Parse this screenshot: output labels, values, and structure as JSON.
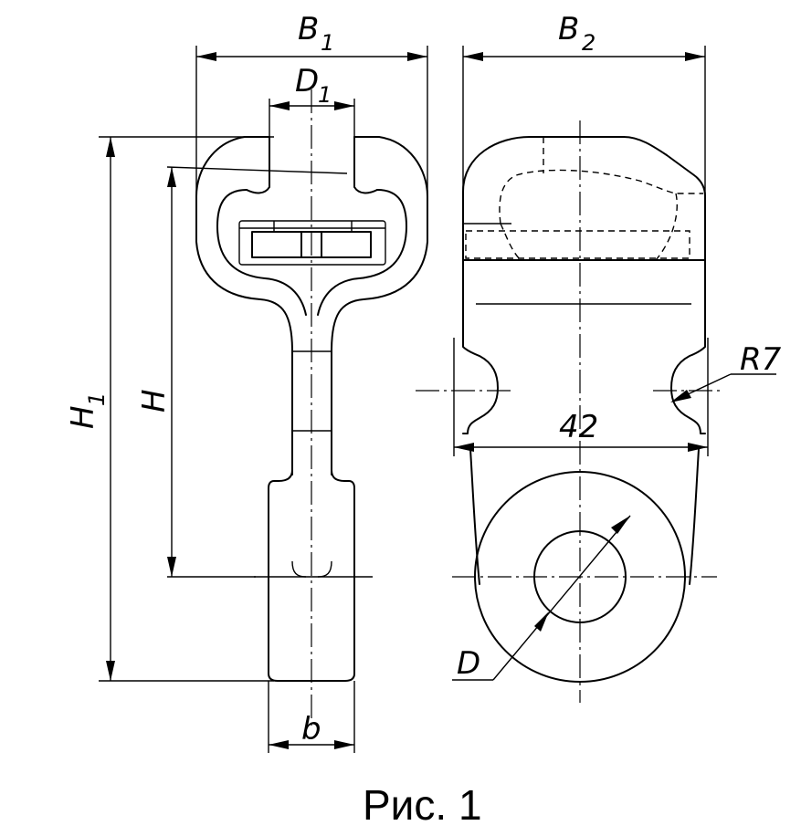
{
  "dimensions": {
    "b1": {
      "letter": "B",
      "sub": "1"
    },
    "b2": {
      "letter": "B",
      "sub": "2"
    },
    "d1": {
      "letter": "D",
      "sub": "1"
    },
    "h1": {
      "letter": "H",
      "sub": "1"
    },
    "h": {
      "letter": "H"
    },
    "b": {
      "letter": "b"
    },
    "d": {
      "letter": "D"
    },
    "r7": {
      "text": "R7"
    },
    "w42": {
      "text": "42"
    }
  },
  "caption": "Рис. 1"
}
